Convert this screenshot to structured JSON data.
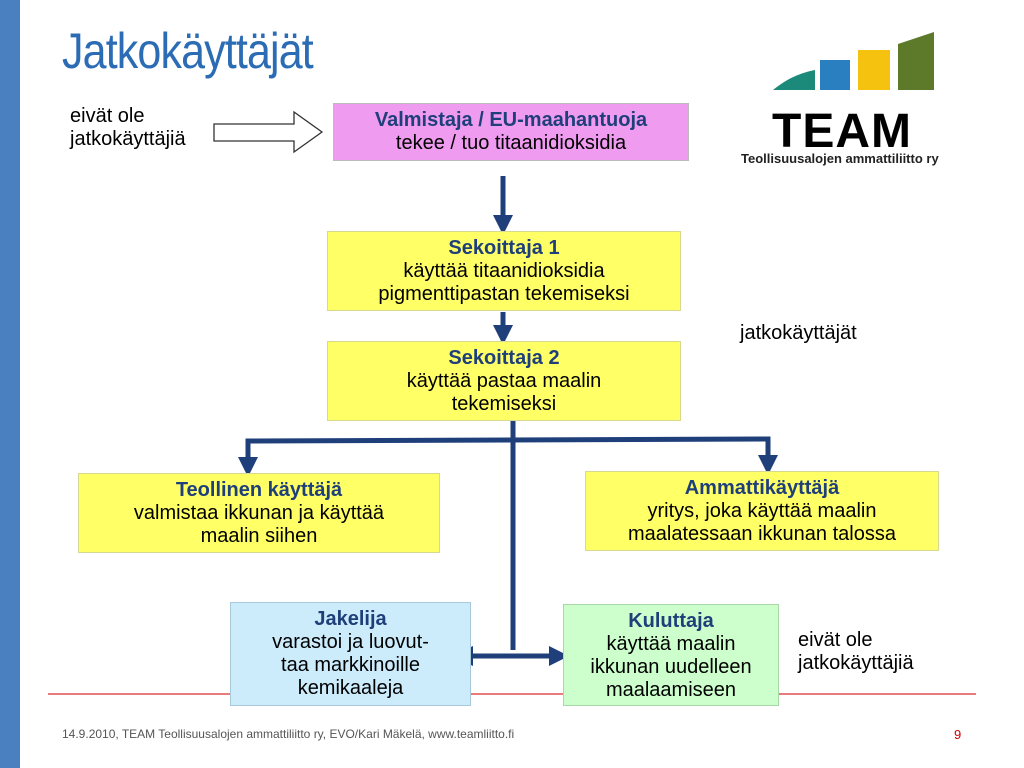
{
  "slide": {
    "title": "Jatkokäyttäjät",
    "label_top_left_1": "eivät ole",
    "label_top_left_2": "jatkokäyttäjiä",
    "label_right": "jatkokäyttäjät",
    "label_bottom_right_1": "eivät ole",
    "label_bottom_right_2": "jatkokäyttäjiä"
  },
  "boxes": {
    "manufacturer": {
      "head": "Valmistaja / EU-maahantuoja",
      "lines": [
        "tekee / tuo titaanidioksidia"
      ]
    },
    "mixer1": {
      "head": "Sekoittaja 1",
      "lines": [
        "käyttää titaanidioksidia",
        "pigmenttipastan tekemiseksi"
      ]
    },
    "mixer2": {
      "head": "Sekoittaja 2",
      "lines": [
        "käyttää pastaa maalin",
        "tekemiseksi"
      ]
    },
    "industrial": {
      "head": "Teollinen käyttäjä",
      "lines": [
        "valmistaa ikkunan ja käyttää",
        "maalin siihen"
      ]
    },
    "professional": {
      "head": "Ammattikäyttäjä",
      "lines": [
        "yritys, joka käyttää maalin",
        "maalatessaan ikkunan talossa"
      ]
    },
    "distributor": {
      "head": "Jakelija",
      "lines": [
        "varastoi ja luovut-",
        "taa markkinoille",
        "kemikaaleja"
      ]
    },
    "consumer": {
      "head": "Kuluttaja",
      "lines": [
        "käyttää maalin",
        "ikkunan uudelleen",
        "maalaamiseen"
      ]
    }
  },
  "logo": {
    "name": "TEAM",
    "subtitle": "Teollisuusalojen ammattiliitto ry",
    "colors": [
      "#1b8a7a",
      "#2a7fc0",
      "#f5c30f",
      "#5d7a2a"
    ]
  },
  "colors": {
    "title": "#2c6cb5",
    "arrow": "#1f3f7a",
    "box_yellow": "#ffff66",
    "box_pink": "#ee9bf0",
    "box_blue": "#ccecfc",
    "box_green": "#ccffcc",
    "rule": "#e05050"
  },
  "footer": {
    "text": "14.9.2010, TEAM Teollisuusalojen ammattiliitto ry, EVO/Kari Mäkelä, www.teamliitto.fi",
    "page": "9"
  }
}
